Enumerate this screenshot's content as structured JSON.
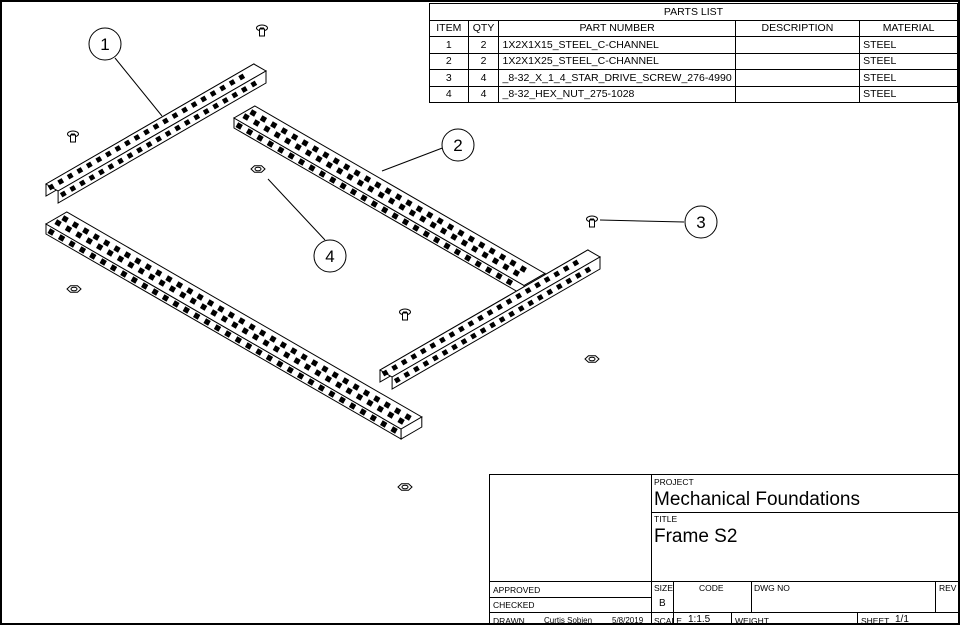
{
  "parts_list": {
    "title": "PARTS LIST",
    "headers": [
      "ITEM",
      "QTY",
      "PART NUMBER",
      "DESCRIPTION",
      "MATERIAL"
    ],
    "rows": [
      [
        "1",
        "2",
        "1X2X1X15_STEEL_C-CHANNEL",
        "",
        "STEEL"
      ],
      [
        "2",
        "2",
        "1X2X1X25_STEEL_C-CHANNEL",
        "",
        "STEEL"
      ],
      [
        "3",
        "4",
        "_8-32_X_1_4_STAR_DRIVE_SCREW_276-4990",
        "",
        "STEEL"
      ],
      [
        "4",
        "4",
        "_8-32_HEX_NUT_275-1028",
        "",
        "STEEL"
      ]
    ]
  },
  "balloons": [
    "1",
    "2",
    "3",
    "4"
  ],
  "title_block": {
    "project_label": "PROJECT",
    "project": "Mechanical Foundations",
    "title_label": "TITLE",
    "title": "Frame S2",
    "approved_label": "APPROVED",
    "checked_label": "CHECKED",
    "drawn_label": "DRAWN",
    "drawn_by": "Curtis Sobien",
    "drawn_date": "5/8/2019",
    "size_label": "SIZE",
    "size": "B",
    "code_label": "CODE",
    "dwg_no_label": "DWG NO",
    "rev_label": "REV",
    "scale_label": "SCALE",
    "scale": "1:1.5",
    "weight_label": "WEIGHT",
    "sheet_label": "SHEET",
    "sheet": "1/1"
  }
}
